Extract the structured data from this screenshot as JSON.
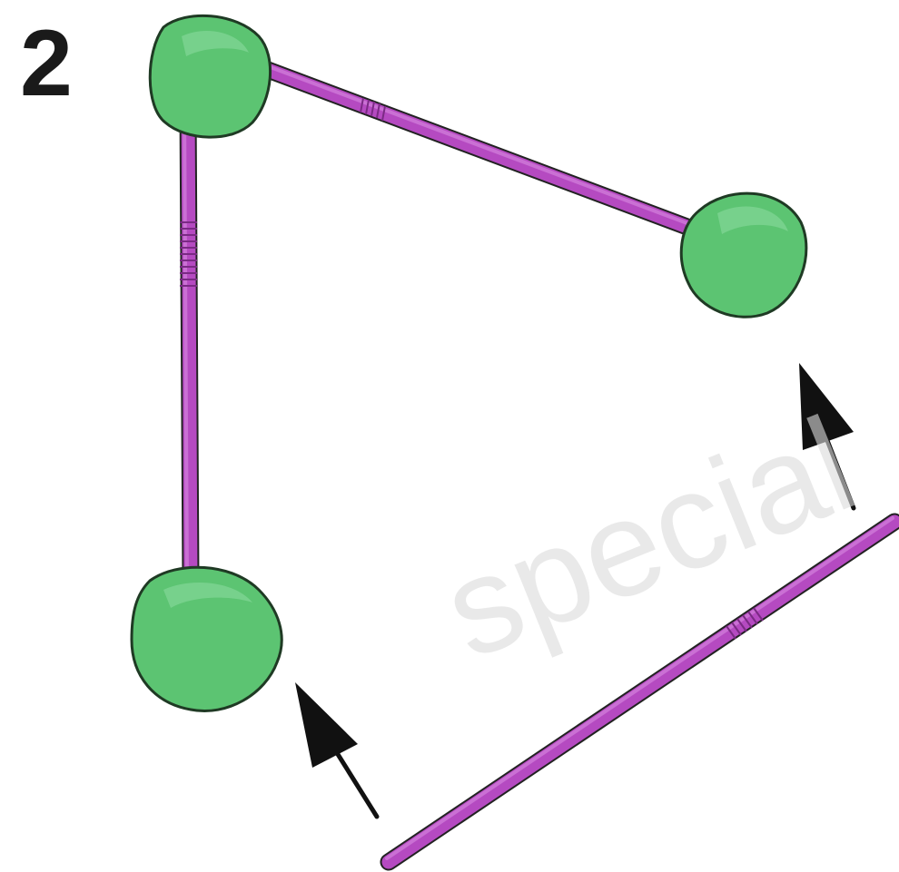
{
  "step": {
    "number": "2"
  },
  "watermark": {
    "text": "special",
    "color": "#d9d9d9"
  },
  "colors": {
    "ball_fill": "#5cc472",
    "ball_highlight": "#7ed492",
    "ball_outline": "#1f3a24",
    "stick": "#b54ac1",
    "stick_highlight": "#d07ad9",
    "arrow": "#111111"
  },
  "parts": {
    "balls": [
      "ball-top-left",
      "ball-right",
      "ball-bottom-left"
    ],
    "sticks": [
      "stick-top",
      "stick-left",
      "stick-loose"
    ],
    "arrows": [
      "arrow-right",
      "arrow-left"
    ]
  }
}
